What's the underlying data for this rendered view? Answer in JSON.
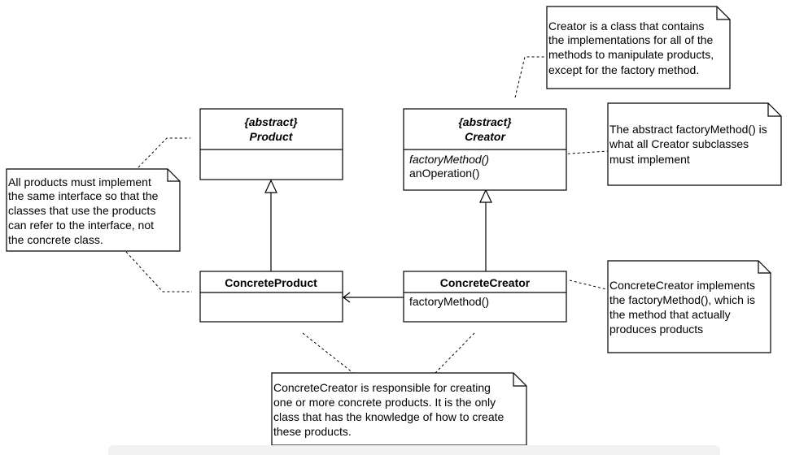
{
  "classes": {
    "product": {
      "stereotype": "{abstract}",
      "name": "Product"
    },
    "creator": {
      "stereotype": "{abstract}",
      "name": "Creator",
      "methods": [
        "factoryMethod()",
        "anOperation()"
      ]
    },
    "concrete_product": {
      "name": "ConcreteProduct"
    },
    "concrete_creator": {
      "name": "ConcreteCreator",
      "methods": [
        "factoryMethod()"
      ]
    }
  },
  "notes": {
    "product_note": [
      "All products must implement",
      "the same interface so that the",
      "classes that use the products",
      "can refer to the interface, not",
      "the concrete class."
    ],
    "creator_note": [
      "Creator is a class that contains",
      "the implementations for all of the",
      "methods to manipulate products,",
      "except for the factory method."
    ],
    "factory_method_note": [
      "The abstract factoryMethod() is",
      "what all Creator subclasses",
      "must implement"
    ],
    "concrete_creator_note": [
      "ConcreteCreator implements",
      "the factoryMethod(), which is",
      "the method that actually",
      "produces products"
    ],
    "responsibility_note": [
      "ConcreteCreator is responsible for creating",
      "one or more concrete products. It is the only",
      "class that has the knowledge of how to create",
      "these products."
    ]
  }
}
